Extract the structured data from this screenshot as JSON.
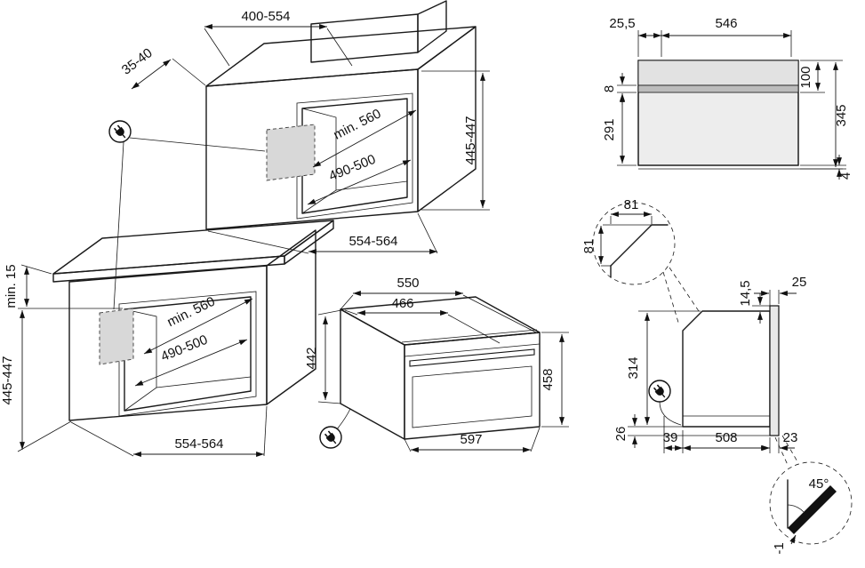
{
  "diagram": {
    "tall_cabinet": {
      "top_width": "400-554",
      "top_offset": "35-40",
      "niche_depth": "min. 560",
      "niche_width": "490-500",
      "niche_height": "445-447",
      "base_width": "554-564"
    },
    "base_cabinet": {
      "top_clearance": "min. 15",
      "niche_depth": "min. 560",
      "niche_width": "490-500",
      "niche_height": "445-447",
      "base_width": "554-564"
    },
    "oven": {
      "depth": "550",
      "inner_depth": "466",
      "rear_height": "442",
      "front_height": "458",
      "width": "597"
    },
    "front_view": {
      "side_offset": "25,5",
      "inner_width": "546",
      "top_section": "100",
      "handle_step": "8",
      "door_height": "291",
      "total_height": "345",
      "bottom_gap": "4"
    },
    "side_view": {
      "chamfer_width": "81",
      "chamfer_height": "81",
      "door_top_offset": "14,5",
      "door_protrusion": "25",
      "body_height": "314",
      "base_offset": "26",
      "rear_clearance": "39",
      "body_depth": "508",
      "front_clearance": "23",
      "corner_angle": "45°",
      "floor_offset": "-1"
    }
  }
}
